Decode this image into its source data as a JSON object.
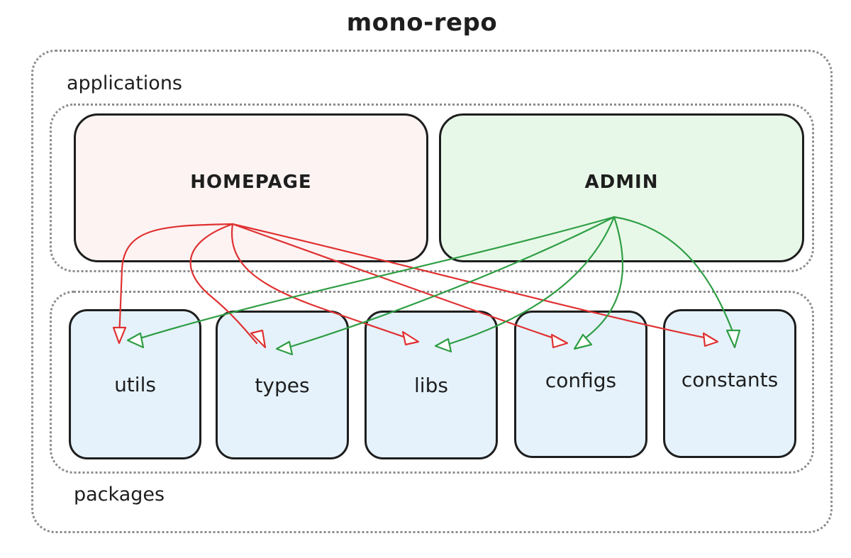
{
  "title": "mono-repo",
  "groups": {
    "applications_label": "applications",
    "packages_label": "packages"
  },
  "applications": [
    {
      "id": "homepage",
      "label": "HOMEPAGE",
      "fill": "#fdf3f3"
    },
    {
      "id": "admin",
      "label": "ADMIN",
      "fill": "#e7f8e8"
    }
  ],
  "packages": [
    {
      "id": "utils",
      "label": "utils"
    },
    {
      "id": "types",
      "label": "types"
    },
    {
      "id": "libs",
      "label": "libs"
    },
    {
      "id": "configs",
      "label": "configs"
    },
    {
      "id": "constants",
      "label": "constants"
    }
  ],
  "dependencies": [
    {
      "from": "homepage",
      "to": "utils",
      "color": "#e03131"
    },
    {
      "from": "homepage",
      "to": "types",
      "color": "#e03131"
    },
    {
      "from": "homepage",
      "to": "libs",
      "color": "#e03131"
    },
    {
      "from": "homepage",
      "to": "configs",
      "color": "#e03131"
    },
    {
      "from": "homepage",
      "to": "constants",
      "color": "#e03131"
    },
    {
      "from": "admin",
      "to": "utils",
      "color": "#2f9e44"
    },
    {
      "from": "admin",
      "to": "types",
      "color": "#2f9e44"
    },
    {
      "from": "admin",
      "to": "libs",
      "color": "#2f9e44"
    },
    {
      "from": "admin",
      "to": "configs",
      "color": "#2f9e44"
    },
    {
      "from": "admin",
      "to": "constants",
      "color": "#2f9e44"
    }
  ],
  "colors": {
    "package_fill": "#e5f2fc",
    "stroke": "#1e1e1e",
    "group_border": "#8c8c8c"
  }
}
